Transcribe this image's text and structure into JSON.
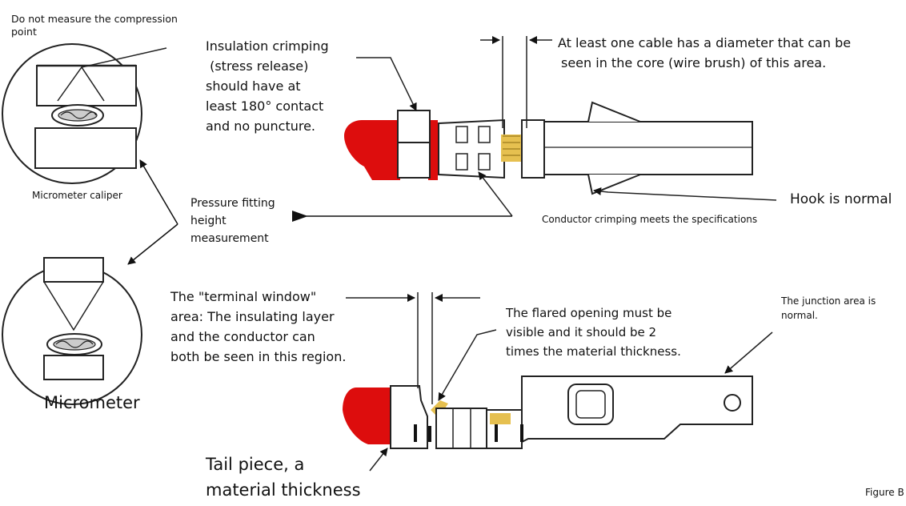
{
  "figure_label": "Figure B",
  "labels": {
    "compression_note": [
      "Do not measure the compression",
      "point"
    ],
    "micrometer_caliper": "Micrometer caliper",
    "micrometer": "Micrometer",
    "pressure_fitting": [
      "Pressure fitting",
      "height",
      "measurement"
    ],
    "insulation_crimping": [
      "Insulation crimping",
      " (stress release)",
      "should have at",
      "least 180° contact",
      "and no puncture."
    ],
    "cable_diameter": [
      "At least one cable has a diameter that can be",
      "seen in the core (wire brush) of this area."
    ],
    "hook_normal": "Hook is normal",
    "conductor_crimping": "Conductor crimping meets the specifications",
    "terminal_window": [
      "The \"terminal window\"",
      "area: The insulating layer",
      "and the conductor can",
      "both be seen in this region."
    ],
    "flared_opening": [
      "The flared opening must be",
      "visible and it should be 2",
      "times the material thickness."
    ],
    "junction_area": [
      "The junction area is",
      "normal."
    ],
    "tail_piece": [
      "Tail piece, a",
      "material thickness"
    ]
  },
  "colors": {
    "insulation_red": "#dd0d0d",
    "wire_yellow": "#e6c050",
    "line": "#222222"
  }
}
